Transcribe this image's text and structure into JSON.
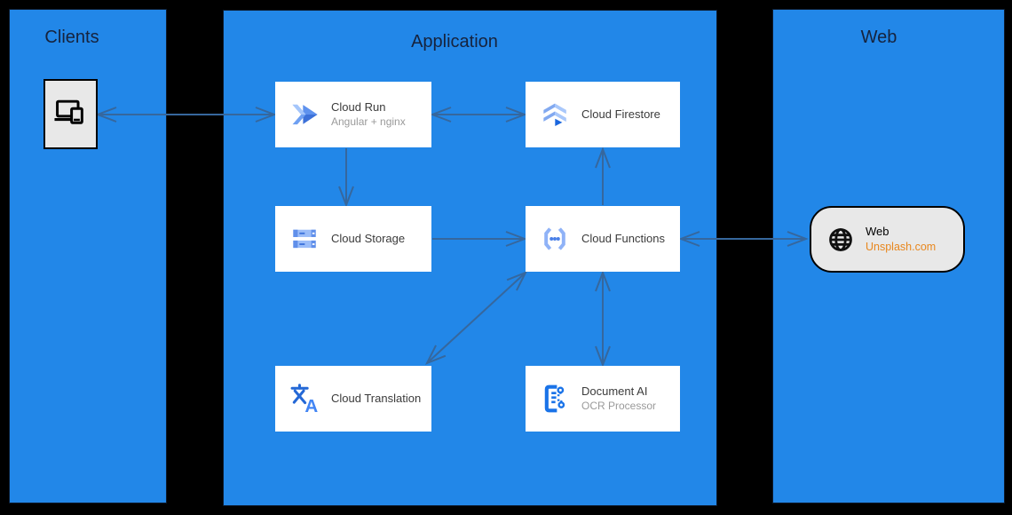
{
  "diagram": {
    "panels": [
      {
        "id": "clients",
        "title": "Clients"
      },
      {
        "id": "application",
        "title": "Application"
      },
      {
        "id": "web",
        "title": "Web"
      }
    ],
    "nodes": [
      {
        "id": "clients-device",
        "icon": "devices-icon",
        "label": "",
        "sub": ""
      },
      {
        "id": "cloud-run",
        "icon": "cloud-run-icon",
        "label": "Cloud Run",
        "sub": "Angular + nginx"
      },
      {
        "id": "cloud-firestore",
        "icon": "cloud-firestore-icon",
        "label": "Cloud Firestore",
        "sub": ""
      },
      {
        "id": "cloud-storage",
        "icon": "cloud-storage-icon",
        "label": "Cloud Storage",
        "sub": ""
      },
      {
        "id": "cloud-functions",
        "icon": "cloud-functions-icon",
        "label": "Cloud Functions",
        "sub": ""
      },
      {
        "id": "cloud-translation",
        "icon": "cloud-translation-icon",
        "label": "Cloud Translation",
        "sub": ""
      },
      {
        "id": "document-ai",
        "icon": "document-ai-icon",
        "label": "Document AI",
        "sub": "OCR Processor"
      },
      {
        "id": "web-unsplash",
        "icon": "globe-icon",
        "label": "Web",
        "sub": "Unsplash.com"
      }
    ],
    "edges": [
      {
        "from": "clients-device",
        "to": "cloud-run",
        "bidirectional": true
      },
      {
        "from": "cloud-run",
        "to": "cloud-firestore",
        "bidirectional": true
      },
      {
        "from": "cloud-run",
        "to": "cloud-storage",
        "bidirectional": false
      },
      {
        "from": "cloud-storage",
        "to": "cloud-functions",
        "bidirectional": false
      },
      {
        "from": "cloud-functions",
        "to": "cloud-firestore",
        "bidirectional": false
      },
      {
        "from": "cloud-functions",
        "to": "document-ai",
        "bidirectional": true
      },
      {
        "from": "cloud-functions",
        "to": "cloud-translation",
        "bidirectional": true
      },
      {
        "from": "cloud-functions",
        "to": "web-unsplash",
        "bidirectional": true
      }
    ],
    "colors": {
      "canvas-bg": "#000000",
      "panel-blue": "#2287E8",
      "panel-border": "#0D1B2E",
      "title-color": "#16233D",
      "arrow-color": "#36679D",
      "node-bg": "#FFFFFF",
      "node-text": "#3B3B3B",
      "node-subtext": "#9A9A9A",
      "external-bg": "#E8E8E8",
      "link-orange": "#E8871E"
    }
  }
}
